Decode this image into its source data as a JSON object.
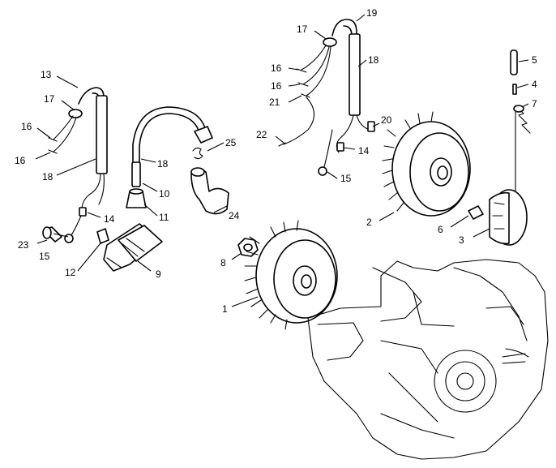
{
  "callouts": [
    {
      "n": "1"
    },
    {
      "n": "2"
    },
    {
      "n": "3"
    },
    {
      "n": "4"
    },
    {
      "n": "5"
    },
    {
      "n": "6"
    },
    {
      "n": "7"
    },
    {
      "n": "8"
    },
    {
      "n": "9"
    },
    {
      "n": "10"
    },
    {
      "n": "11"
    },
    {
      "n": "12"
    },
    {
      "n": "13"
    },
    {
      "n": "14"
    },
    {
      "n": "14"
    },
    {
      "n": "15"
    },
    {
      "n": "15"
    },
    {
      "n": "16"
    },
    {
      "n": "16"
    },
    {
      "n": "16"
    },
    {
      "n": "16"
    },
    {
      "n": "17"
    },
    {
      "n": "17"
    },
    {
      "n": "18"
    },
    {
      "n": "18"
    },
    {
      "n": "18"
    },
    {
      "n": "19"
    },
    {
      "n": "20"
    },
    {
      "n": "21"
    },
    {
      "n": "22"
    },
    {
      "n": "23"
    },
    {
      "n": "24"
    },
    {
      "n": "25"
    }
  ]
}
